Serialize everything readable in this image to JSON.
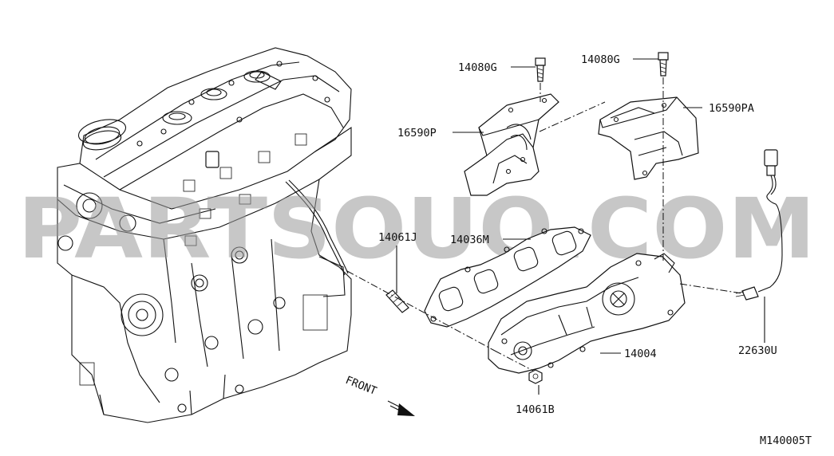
{
  "diagram": {
    "callouts": {
      "bolt_left": "14080G",
      "bolt_right": "14080G",
      "heat_shield_left": "16590P",
      "heat_shield_right": "16590PA",
      "stud": "14061J",
      "gasket": "14036M",
      "manifold": "14004",
      "nut": "14061B",
      "sensor": "22630U"
    },
    "front_label": "FRONT",
    "figure_code": "M140005T"
  },
  "watermark": "PARTSOUQ.COM"
}
